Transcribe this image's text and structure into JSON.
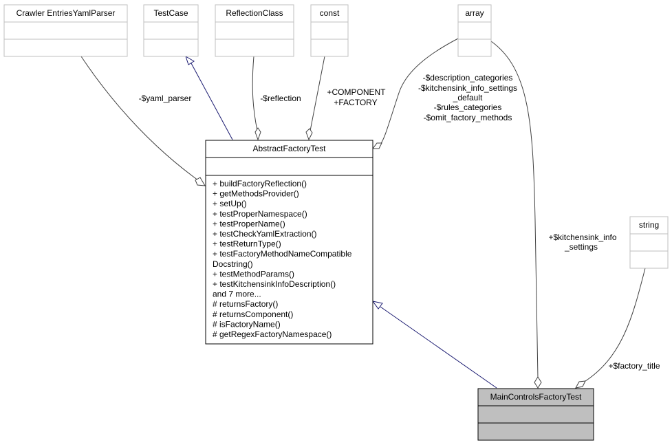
{
  "classes": {
    "crawler": {
      "name": "Crawler EntriesYamlParser"
    },
    "testcase": {
      "name": "TestCase"
    },
    "reflection": {
      "name": "ReflectionClass"
    },
    "const": {
      "name": "const"
    },
    "array": {
      "name": "array"
    },
    "string": {
      "name": "string"
    },
    "abstract": {
      "name": "AbstractFactoryTest",
      "methods": [
        "+ buildFactoryReflection()",
        "+ getMethodsProvider()",
        "+ setUp()",
        "+ testProperNamespace()",
        "+ testProperName()",
        "+ testCheckYamlExtraction()",
        "+ testReturnType()",
        "+ testFactoryMethodNameCompatible",
        "Docstring()",
        "+ testMethodParams()",
        "+ testKitchensinkInfoDescription()",
        "and 7 more...",
        "# returnsFactory()",
        "# returnsComponent()",
        "# isFactoryName()",
        "# getRegexFactoryNamespace()"
      ]
    },
    "main": {
      "name": "MainControlsFactoryTest"
    }
  },
  "labels": {
    "yaml_parser": "-$yaml_parser",
    "reflection": "-$reflection",
    "const_lines": [
      "+COMPONENT",
      "+FACTORY"
    ],
    "array_lines": [
      "-$description_categories",
      "-$kitchensink_info_settings",
      "_default",
      "-$rules_categories",
      "-$omit_factory_methods"
    ],
    "kitchensink_lines": [
      "+$kitchensink_info",
      "_settings"
    ],
    "factory_title": "+$factory_title"
  },
  "colors": {
    "inheritance_edge": "#191970",
    "association_edge": "#404040",
    "box_border": "#000000",
    "external_box_border": "#bfbfbf",
    "highlight_fill": "#bfbfbf"
  }
}
